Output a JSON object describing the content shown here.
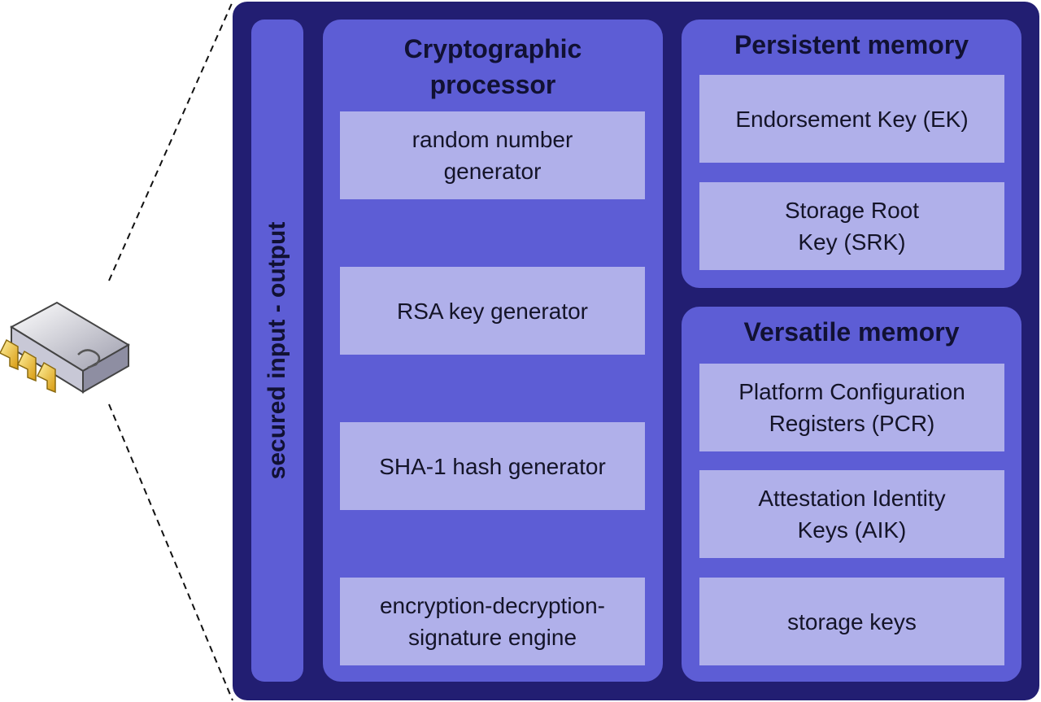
{
  "io_label": "secured input - output",
  "crypto": {
    "title": "Cryptographic\nprocessor",
    "items": [
      "random number\ngenerator",
      "RSA key generator",
      "SHA-1 hash generator",
      "encryption-decryption-\nsignature engine"
    ]
  },
  "persistent": {
    "title": "Persistent memory",
    "items": [
      "Endorsement Key (EK)",
      "Storage Root\nKey (SRK)"
    ]
  },
  "versatile": {
    "title": "Versatile memory",
    "items": [
      "Platform Configuration\nRegisters (PCR)",
      "Attestation Identity\nKeys (AIK)",
      "storage keys"
    ]
  },
  "colors": {
    "outer": "#221e72",
    "panel": "#5d5dd5",
    "box": "#b0b0ea",
    "chip_pins": "#f0c020"
  },
  "icons": {
    "chip": "integrated-circuit-chip-icon"
  }
}
